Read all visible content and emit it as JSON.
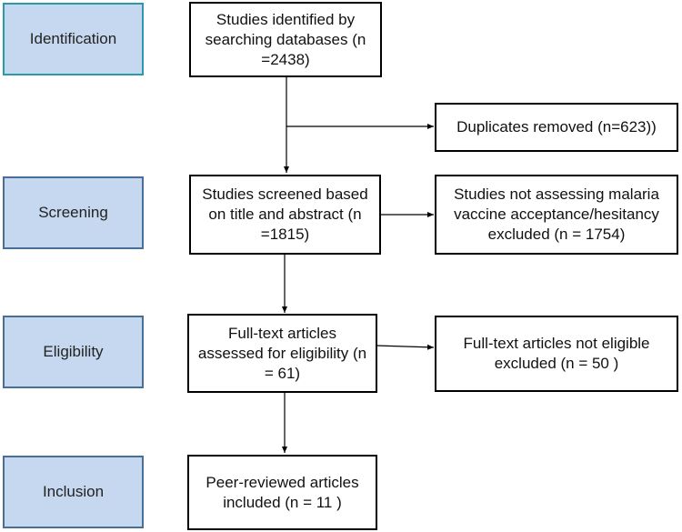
{
  "stages": {
    "identification": "Identification",
    "screening": "Screening",
    "eligibility": "Eligibility",
    "inclusion": "Inclusion"
  },
  "boxes": {
    "identified": "Studies identified by searching databases (n =2438)",
    "duplicates": "Duplicates removed (n=623))",
    "screened": "Studies screened based on title and abstract (n =1815)",
    "excluded_screening": "Studies not assessing malaria vaccine acceptance/hesitancy excluded (n = 1754)",
    "fulltext_assessed": "Full-text articles assessed for eligibility (n = 61)",
    "fulltext_excluded": "Full-text articles not eligible excluded (n = 50 )",
    "included": "Peer-reviewed articles included (n = 11 )"
  },
  "colors": {
    "stage_fill": "#c6d8ef",
    "stage_border": "#4a6f96",
    "identification_border": "#2a9aa8",
    "box_border": "#000000"
  }
}
